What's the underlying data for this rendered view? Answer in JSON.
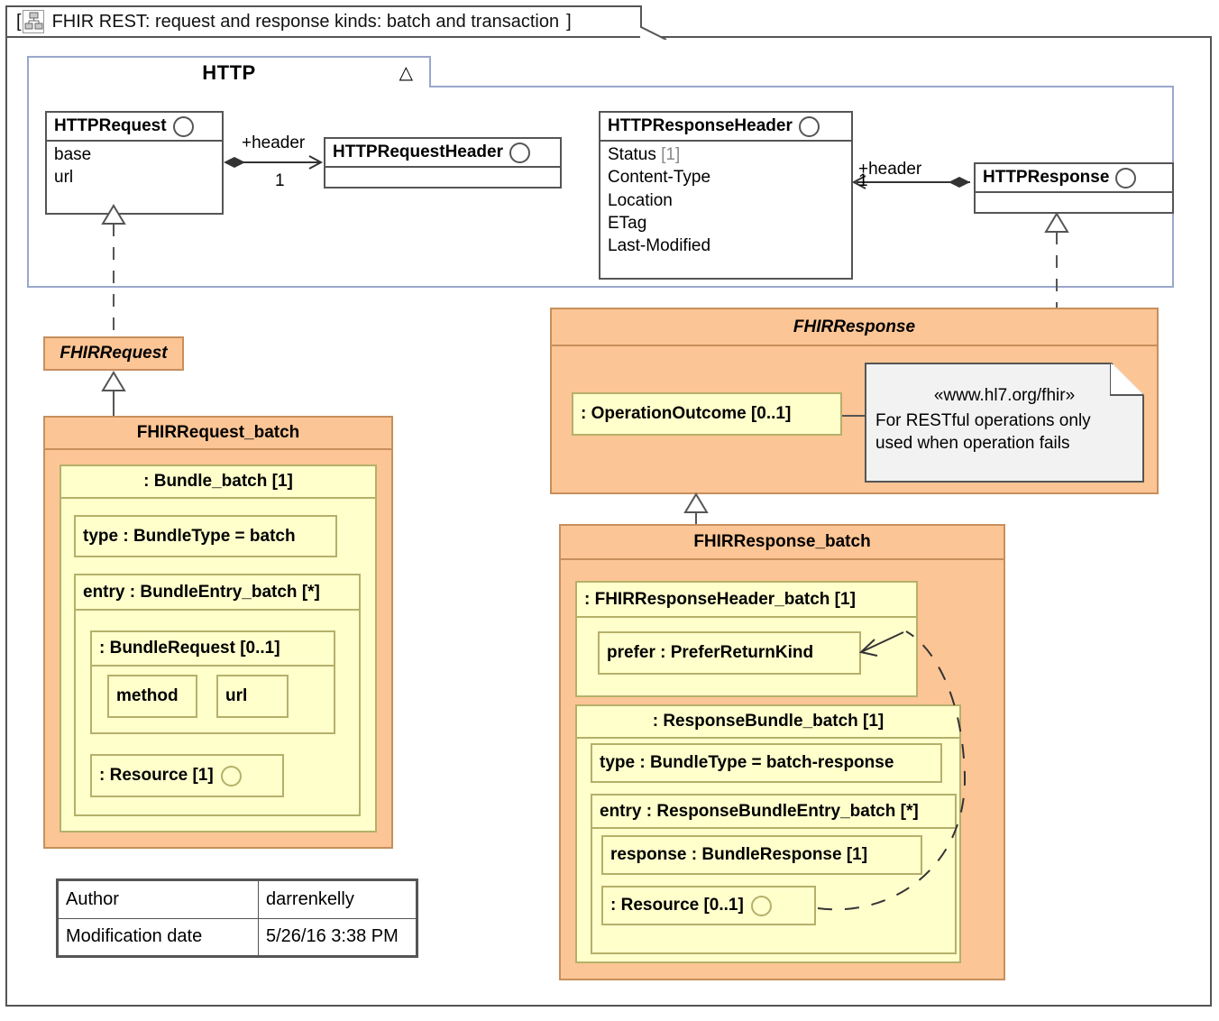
{
  "frame": {
    "title": "FHIR REST: request and response kinds: batch and transaction",
    "open_bracket": "[",
    "close_bracket": "]",
    "icon": "diagram-icon"
  },
  "package": {
    "name": "HTTP",
    "collapse_glyph": "△"
  },
  "classes": {
    "http_request": {
      "name": "HTTPRequest",
      "attributes": [
        "base",
        "url"
      ]
    },
    "http_request_header": {
      "name": "HTTPRequestHeader",
      "attributes": []
    },
    "http_response_header": {
      "name": "HTTPResponseHeader",
      "attributes": [
        "Status",
        "Content-Type",
        "Location",
        "ETag",
        "Last-Modified"
      ],
      "status_multiplicity": "[1]"
    },
    "http_response": {
      "name": "HTTPResponse",
      "attributes": []
    }
  },
  "associations": {
    "request_header": {
      "role": "+header",
      "multiplicity": "1"
    },
    "response_header": {
      "role": "+header",
      "multiplicity": "1"
    }
  },
  "fhir_request": {
    "name": "FHIRRequest"
  },
  "fhir_request_batch": {
    "name": "FHIRRequest_batch",
    "bundle": {
      "title": ": Bundle_batch [1]",
      "type_property": "type : BundleType = batch",
      "entry_title": "entry : BundleEntry_batch [*]",
      "bundle_request": {
        "title": ": BundleRequest [0..1]",
        "method": "method",
        "url": "url"
      },
      "resource": ": Resource [1]"
    }
  },
  "fhir_response": {
    "name": "FHIRResponse",
    "operation_outcome": ": OperationOutcome [0..1]"
  },
  "note": {
    "stereotype": "«www.hl7.org/fhir»",
    "line1": "For RESTful operations only",
    "line2": "used when operation fails"
  },
  "fhir_response_batch": {
    "name": "FHIRResponse_batch",
    "header": {
      "title": ": FHIRResponseHeader_batch [1]",
      "prefer": "prefer : PreferReturnKind"
    },
    "bundle": {
      "title": ": ResponseBundle_batch [1]",
      "type_property": "type : BundleType = batch-response",
      "entry_title": "entry : ResponseBundleEntry_batch [*]",
      "response": "response : BundleResponse [1]",
      "resource": ": Resource [0..1]"
    }
  },
  "author_table": {
    "rows": [
      {
        "key": "Author",
        "value": "darrenkelly"
      },
      {
        "key": "Modification date",
        "value": "5/26/16 3:38 PM"
      }
    ]
  },
  "colors": {
    "orange_fill": "#fcc595",
    "orange_border": "#c78f5c",
    "yellow_fill": "#ffffcc",
    "yellow_border": "#b5b06a",
    "package_border": "#9aa7cc",
    "note_fill": "#f2f2f2",
    "line": "#555555"
  }
}
